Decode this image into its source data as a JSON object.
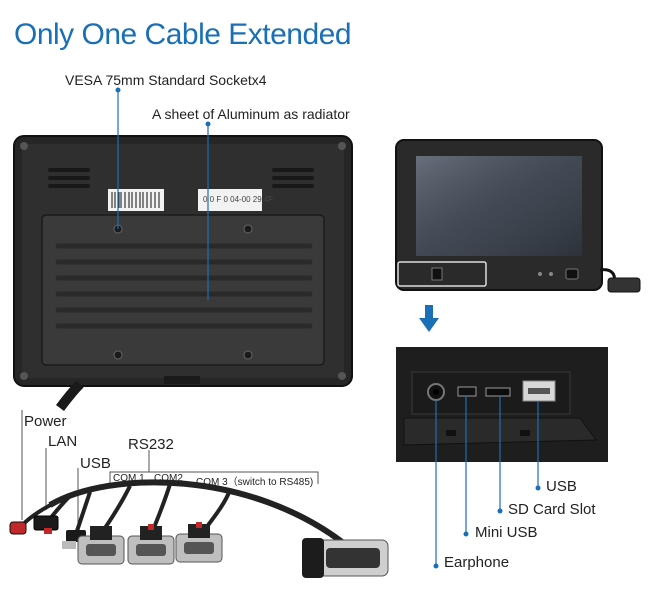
{
  "header": {
    "title": "Only One Cable Extended"
  },
  "back_panel": {
    "vesa_label": "VESA 75mm Standard Socketx4",
    "radiator_label": "A sheet of Aluminum as radiator",
    "sticker_text": "0 0 F 0 04-00 29 4F"
  },
  "cable": {
    "power_label": "Power",
    "lan_label": "LAN",
    "usb_label": "USB",
    "rs232_label": "RS232",
    "com1_label": "COM 1",
    "com2_label": "COM2",
    "com3_label": "COM 3（switch to RS485)"
  },
  "side_ports": {
    "usb_label": "USB",
    "sd_label": "SD Card Slot",
    "mini_usb_label": "Mini USB",
    "earphone_label": "Earphone"
  },
  "colors": {
    "accent": "#1a6fb6",
    "device_body": "#2b2b2b",
    "connector_red": "#c0282a"
  }
}
